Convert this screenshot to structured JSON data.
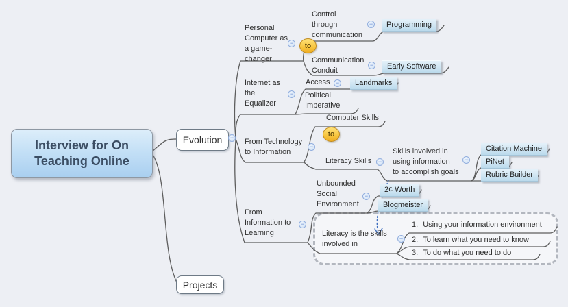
{
  "icons": {
    "collapse": "−"
  },
  "root": {
    "label": "Interview for On\nTeaching Online"
  },
  "branches": {
    "evolution": {
      "label": "Evolution"
    },
    "projects": {
      "label": "Projects"
    }
  },
  "relationships": {
    "to1": "to",
    "to2": "to"
  },
  "topics": {
    "personal_computer": {
      "label": "Personal\nComputer as\na game-\nchanger"
    },
    "control_communication": {
      "label": "Control\nthrough\ncommunication"
    },
    "programming": {
      "label": "Programming"
    },
    "communication_conduit": {
      "label": "Communication\nConduit"
    },
    "early_software": {
      "label": "Early Software"
    },
    "internet_equalizer": {
      "label": "Internet as\nthe\nEqualizer"
    },
    "access": {
      "label": "Access"
    },
    "landmarks": {
      "label": "Landmarks"
    },
    "political_imperative": {
      "label": "Political\nImperative"
    },
    "from_technology": {
      "label": "From Technology\nto Information"
    },
    "computer_skills": {
      "label": "Computer Skills"
    },
    "literacy_skills": {
      "label": "Literacy Skills"
    },
    "skills_involved": {
      "label": "Skills involved in\nusing information\nto accomplish goals"
    },
    "citation_machine": {
      "label": "Citation Machine"
    },
    "pinet": {
      "label": "PiNet"
    },
    "rubric_builder": {
      "label": "Rubric Builder"
    },
    "from_information": {
      "label": "From\nInformation to\nLearning"
    },
    "unbounded_social": {
      "label": "Unbounded\nSocial\nEnvironment"
    },
    "two_cents_worth": {
      "label": "2¢ Worth"
    },
    "blogmeister": {
      "label": "Blogmeister"
    },
    "literacy_is_skills": {
      "label": "Literacy is the skills\ninvolved in"
    },
    "list_items": [
      {
        "num": "1.",
        "text": "Using your information environment"
      },
      {
        "num": "2.",
        "text": "To learn what you need to know"
      },
      {
        "num": "3.",
        "text": "To do what you need to do"
      }
    ]
  },
  "colors": {
    "background": "#edeff4",
    "line": "#5d5d5d",
    "highlight_fill": "#cfe5f2",
    "root_fill_top": "#ddeefa",
    "root_fill_bottom": "#a9cff0",
    "oval_fill": "#f7c43d",
    "relationship": "#3f6fc1",
    "boundary": "#b3b7bf"
  }
}
